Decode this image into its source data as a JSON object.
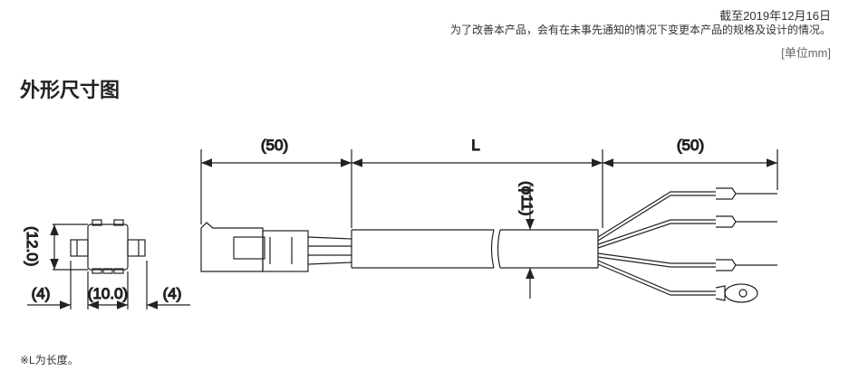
{
  "header": {
    "date": "截至2019年12月16日",
    "notice": "为了改善本产品，会有在未事先通知的情况下变更本产品的规格及设计的情况。",
    "unit": "[单位mm]"
  },
  "title": "外形尺寸图",
  "drawing": {
    "dim_left": "(50)",
    "dim_mid": "L",
    "dim_right": "(50)",
    "dim_diameter": "(ϕ11)",
    "dim_height": "(12.0)",
    "dim_side_left": "(4)",
    "dim_width": "(10.0)",
    "dim_side_right": "(4)"
  },
  "footnote": "※L为长度。"
}
